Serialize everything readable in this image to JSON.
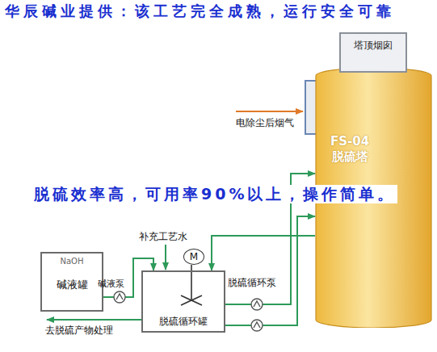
{
  "diagram": {
    "nodes": [
      {
        "text": [
          "塔顶烟囱"
        ]
      },
      {
        "text": [
          "FS-04 脱硫塔"
        ]
      },
      {
        "text": [
          "NaOH",
          "碱液罐"
        ]
      },
      {
        "text": [
          "M"
        ]
      },
      {
        "text": [
          "脱硫循环罐"
        ]
      }
    ],
    "edges": [
      {
        "from": 2,
        "to": 4,
        "arrow": "to"
      },
      {
        "from": 4,
        "to": 1,
        "arrow": "to"
      },
      {
        "from": 4,
        "to": 1,
        "arrow": "to"
      },
      {
        "from": 1,
        "to": 4,
        "arrow": "to"
      },
      {
        "from": 3,
        "to": 4,
        "arrow": "none"
      }
    ],
    "labels": [
      "华辰碱业提供：该工艺完全成熟，运行安全可靠",
      "脱硫效率高，可用率90%以上，操作简单。",
      "电除尘后烟气",
      "补充工艺水",
      "碱液泵",
      "脱硫循环泵",
      "去脱硫产物处理"
    ]
  }
}
